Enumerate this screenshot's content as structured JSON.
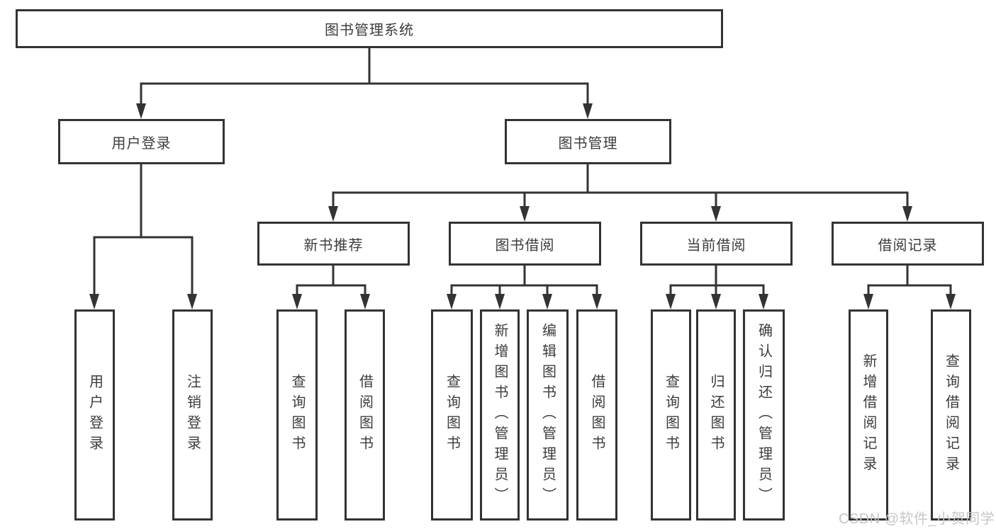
{
  "diagram": {
    "root": "图书管理系统",
    "level2": {
      "user_login": "用户登录",
      "book_management": "图书管理"
    },
    "level3": {
      "new_books": "新书推荐",
      "book_borrow": "图书借阅",
      "current_borrow": "当前借阅",
      "borrow_records": "借阅记录"
    },
    "leaves": {
      "user_login": [
        "用户登录",
        "注销登录"
      ],
      "new_books": [
        "查询图书",
        "借阅图书"
      ],
      "book_borrow": [
        "查询图书",
        "新增图书（管理员）",
        "编辑图书（管理员）",
        "借阅图书"
      ],
      "current_borrow": [
        "查询图书",
        "归还图书",
        "确认归还（管理员）"
      ],
      "borrow_records": [
        "新增借阅记录",
        "查询借阅记录"
      ]
    }
  },
  "watermark": "CSDN @软件_小贺同学",
  "colors": {
    "line": "#333333",
    "text": "#3c3c3c",
    "watermark": "#c6c6c6",
    "background": "#ffffff"
  }
}
